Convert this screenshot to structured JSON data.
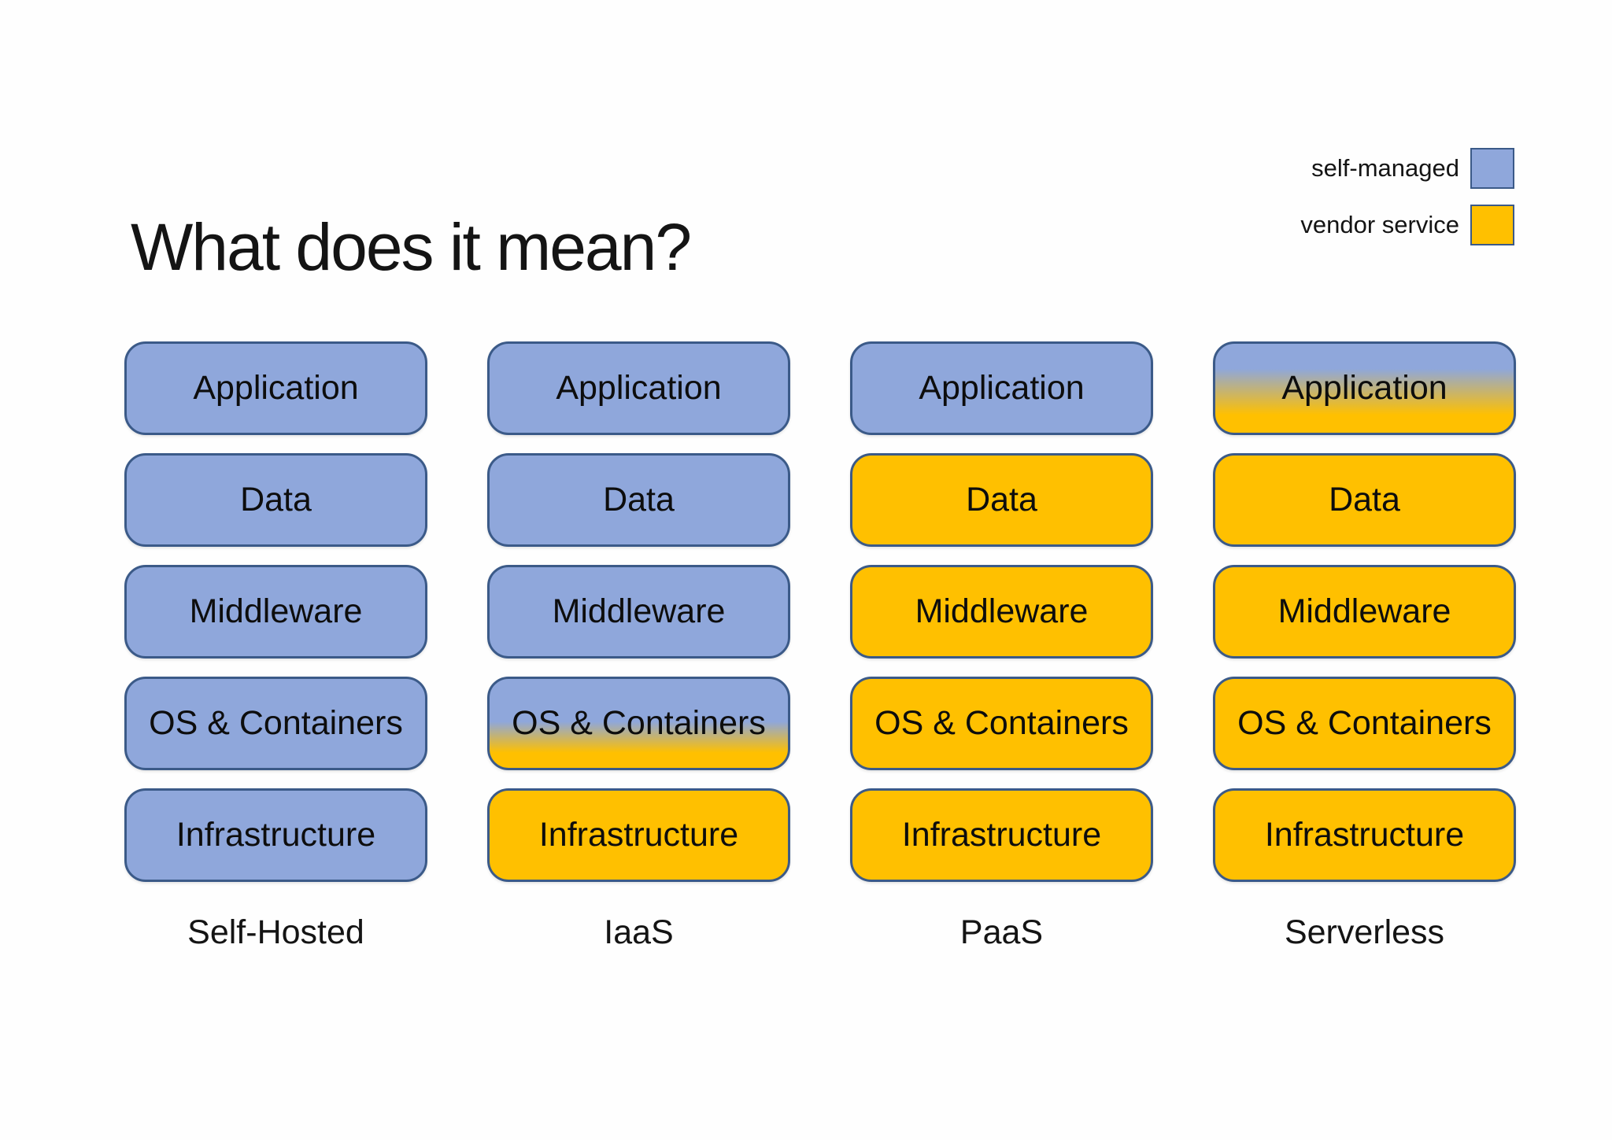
{
  "title": "What does it mean?",
  "legend": [
    {
      "label": "self-managed",
      "type": "self"
    },
    {
      "label": "vendor service",
      "type": "vendor"
    }
  ],
  "colors": {
    "self_managed_fill": "#8FA7DB",
    "vendor_service_fill": "#FFC000",
    "box_border": "#3B5A88",
    "text": "#141414"
  },
  "layers": [
    "Application",
    "Data",
    "Middleware",
    "OS & Containers",
    "Infrastructure"
  ],
  "columns": [
    {
      "label": "Self-Hosted",
      "cells": [
        {
          "fill": "self"
        },
        {
          "fill": "self"
        },
        {
          "fill": "self"
        },
        {
          "fill": "self"
        },
        {
          "fill": "self"
        }
      ]
    },
    {
      "label": "IaaS",
      "cells": [
        {
          "fill": "self"
        },
        {
          "fill": "self"
        },
        {
          "fill": "self"
        },
        {
          "fill": "mixed",
          "blue_until_pct": 48,
          "yellow_from_pct": 83
        },
        {
          "fill": "vendor"
        }
      ]
    },
    {
      "label": "PaaS",
      "cells": [
        {
          "fill": "self"
        },
        {
          "fill": "vendor"
        },
        {
          "fill": "vendor"
        },
        {
          "fill": "vendor"
        },
        {
          "fill": "vendor"
        }
      ]
    },
    {
      "label": "Serverless",
      "cells": [
        {
          "fill": "mixed",
          "blue_until_pct": 28,
          "yellow_from_pct": 80
        },
        {
          "fill": "vendor"
        },
        {
          "fill": "vendor"
        },
        {
          "fill": "vendor"
        },
        {
          "fill": "vendor"
        }
      ]
    }
  ]
}
